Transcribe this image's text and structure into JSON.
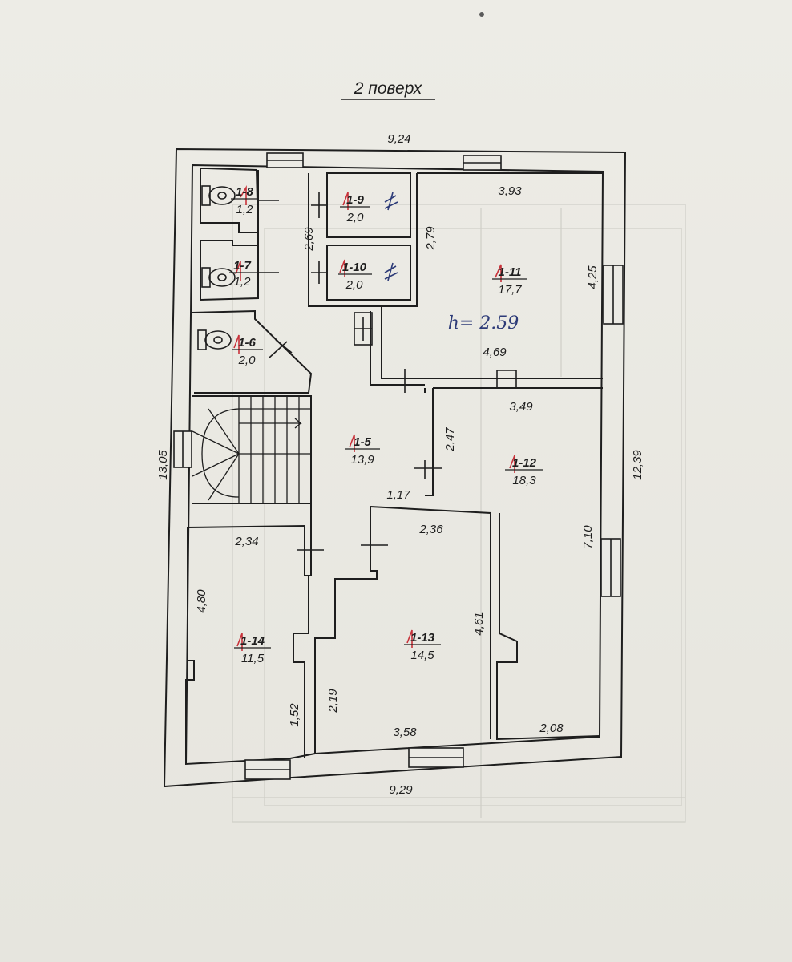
{
  "title": "2 поверх",
  "dimensions": {
    "top_overall": "9,24",
    "bottom_overall": "9,29",
    "left_overall": "13,05",
    "right_overall": "12,39",
    "d_3_93": "3,93",
    "d_4_25": "4,25",
    "d_4_69": "4,69",
    "d_2_79": "2,79",
    "d_2_69": "2,69",
    "d_3_49": "3,49",
    "d_2_47": "2,47",
    "d_7_10": "7,10",
    "d_1_17": "1,17",
    "d_2_34": "2,34",
    "d_2_36": "2,36",
    "d_4_80": "4,80",
    "d_4_61": "4,61",
    "d_1_52": "1,52",
    "d_2_19": "2,19",
    "d_3_58": "3,58",
    "d_2_08": "2,08"
  },
  "rooms": [
    {
      "id": "1-8",
      "area": "1,2"
    },
    {
      "id": "1-7",
      "area": "1,2"
    },
    {
      "id": "1-6",
      "area": "2,0"
    },
    {
      "id": "1-9",
      "area": "2,0"
    },
    {
      "id": "1-10",
      "area": "2,0"
    },
    {
      "id": "1-11",
      "area": "17,7"
    },
    {
      "id": "1-5",
      "area": "13,9"
    },
    {
      "id": "1-12",
      "area": "18,3"
    },
    {
      "id": "1-13",
      "area": "14,5"
    },
    {
      "id": "1-14",
      "area": "11,5"
    }
  ],
  "handwritten_note": "h= 2.59",
  "colors": {
    "ink": "#1e1e1e",
    "red_mark": "#c8323a",
    "blue_pen": "#2d3b78",
    "paper": "#ebeae4"
  }
}
